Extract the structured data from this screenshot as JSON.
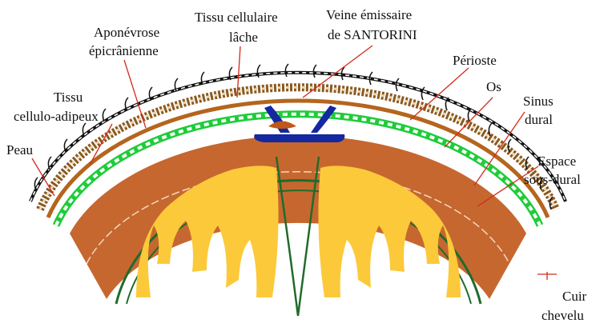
{
  "labels": {
    "tissu_cellulaire_l1": "Tissu cellulaire",
    "tissu_cellulaire_l2": "lâche",
    "veine_l1": "Veine émissaire",
    "veine_l2": "de SANTORINI",
    "aponevrose_l1": "Aponévrose",
    "aponevrose_l2": "épicrânienne",
    "perioste": "Périoste",
    "os": "Os",
    "sinus_l1": "Sinus",
    "sinus_l2": "dural",
    "tissu_adipeux_l1": "Tissu",
    "tissu_adipeux_l2": "cellulo-adipeux",
    "peau": "Peau",
    "espace_l1": "Espace",
    "espace_l2": "sous-dural",
    "cuir_l1": "Cuir",
    "cuir_l2": "chevelu"
  },
  "colors": {
    "skin": "#111111",
    "adipose": "#8b5a1e",
    "galea": "#b5651d",
    "loose_tissue": "#ffffff",
    "periosteum": "#1fcc3a",
    "bone": "#c0571a",
    "dura": "#206b2a",
    "vein": "#1428a0",
    "brain": "#fcc93a",
    "pointer": "#d42a1a"
  }
}
